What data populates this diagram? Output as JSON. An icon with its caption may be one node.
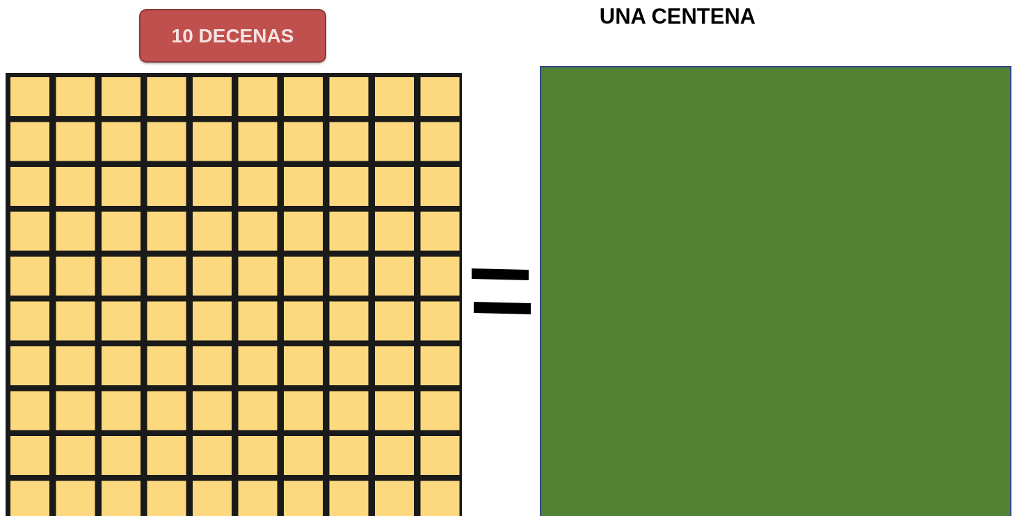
{
  "diagram": {
    "nodes": [
      {
        "text": [
          "10 DECENAS"
        ]
      },
      {
        "text": [],
        "shape": "picture"
      },
      {
        "text": [
          "UNA CENTENA"
        ]
      }
    ]
  }
}
